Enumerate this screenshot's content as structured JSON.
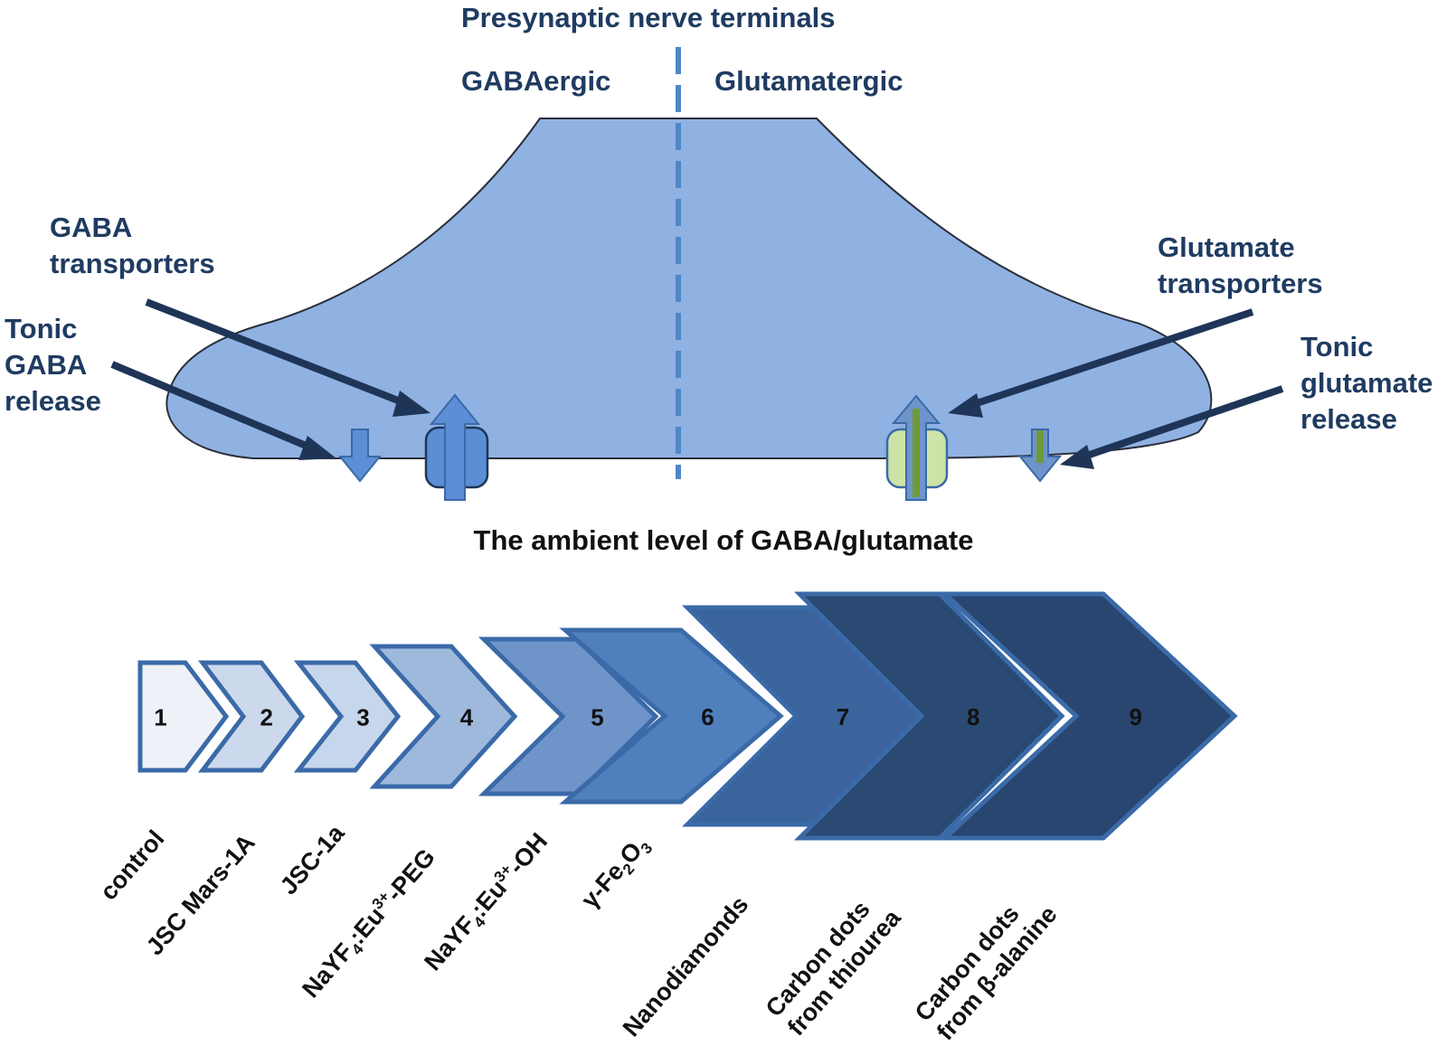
{
  "header": {
    "title": "Presynaptic nerve terminals",
    "left_label": "GABAergic",
    "right_label": "Glutamatergic"
  },
  "labels": {
    "gaba_transporters": [
      "GABA",
      "transporters"
    ],
    "tonic_gaba_release": [
      "Tonic",
      "GABA",
      "release"
    ],
    "glutamate_transporters": [
      "Glutamate",
      "transporters"
    ],
    "tonic_glutamate_release": [
      "Tonic",
      "glutamate",
      "release"
    ]
  },
  "ambient_title": "The ambient level of GABA/glutamate",
  "steps": [
    {
      "number": "1",
      "color": "#eef1f7"
    },
    {
      "number": "2",
      "color": "#ccd9ec"
    },
    {
      "number": "3",
      "color": "#c6d6ec"
    },
    {
      "number": "4",
      "color": "#9fb9dd"
    },
    {
      "number": "5",
      "color": "#6f94c9"
    },
    {
      "number": "6",
      "color": "#4f7fbd"
    },
    {
      "number": "7",
      "color": "#3b649c"
    },
    {
      "number": "8",
      "color": "#2a4a73"
    },
    {
      "number": "9",
      "color": "#284670"
    }
  ],
  "materials": {
    "m1": "control",
    "m2": "JSC Mars-1A",
    "m3": "JSC-1a",
    "m4": {
      "a": "NaYF",
      "sub": "4",
      "b": ":Eu",
      "sup": "3+",
      "c": "-PEG"
    },
    "m5": {
      "a": "NaYF",
      "sub": "4",
      "b": ":Eu",
      "sup": "3+",
      "c": "-OH"
    },
    "m6": {
      "a": "γ-Fe",
      "sub1": "2",
      "b": "O",
      "sub2": "3"
    },
    "m7": "Nanodiamonds",
    "m8": [
      "Carbon dots",
      "from thiourea"
    ],
    "m9": [
      "Carbon dots",
      "from β-alanine"
    ]
  },
  "colors": {
    "terminal_fill": "#8fb2e3",
    "terminal_stroke": "#2a2f3a",
    "divider": "#4f86c6",
    "label_text": "#1f3b61",
    "pointer_arrow": "#1e3557",
    "gaba_channel": "#5b8ed4",
    "glutamate_channel": "#cde3a8",
    "glutamate_arrow_core": "#6f9a3a",
    "chevron_stroke": "#3a6aa8"
  }
}
